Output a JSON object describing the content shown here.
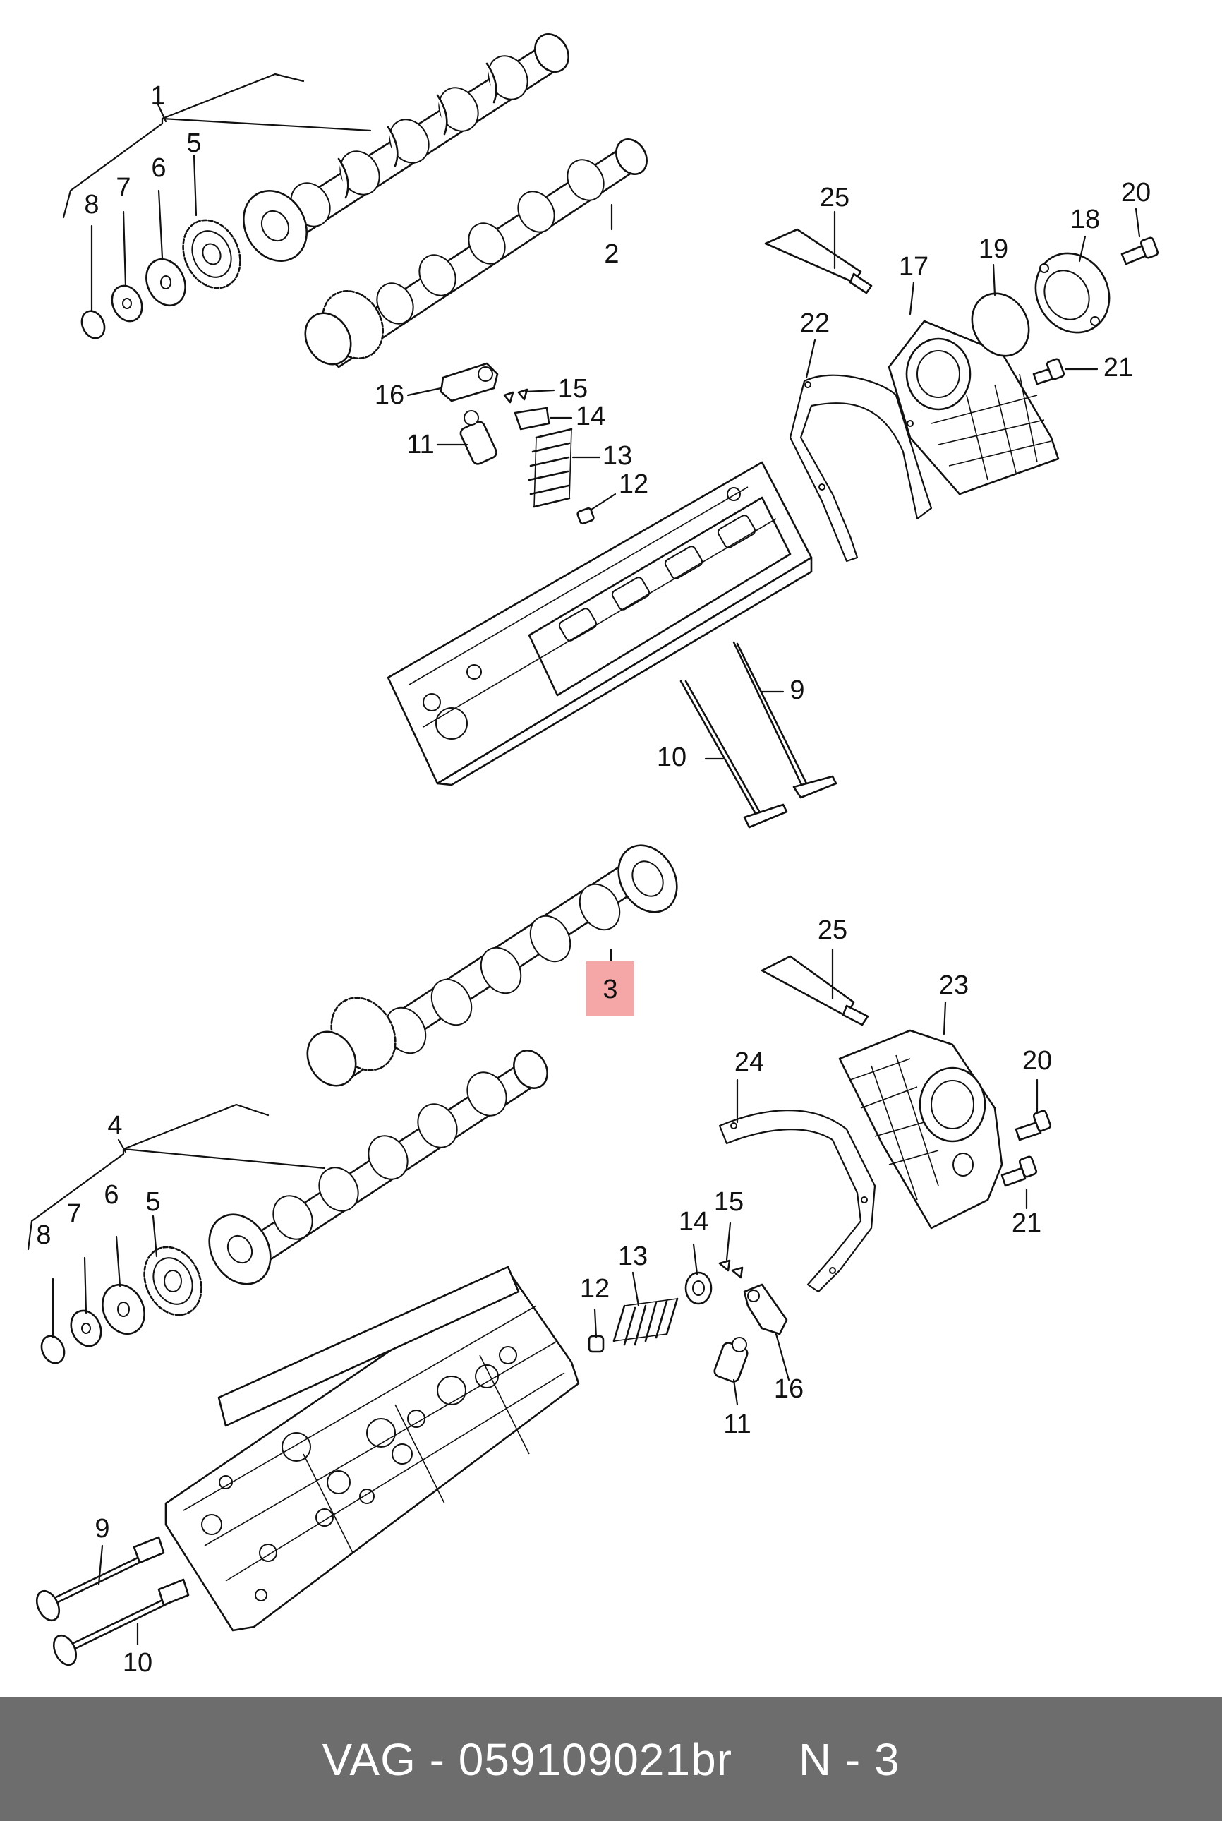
{
  "callouts": [
    {
      "id": "c1",
      "text": "1"
    },
    {
      "id": "c2",
      "text": "2"
    },
    {
      "id": "c5a",
      "text": "5"
    },
    {
      "id": "c6a",
      "text": "6"
    },
    {
      "id": "c7a",
      "text": "7"
    },
    {
      "id": "c8a",
      "text": "8"
    },
    {
      "id": "c25a",
      "text": "25"
    },
    {
      "id": "c20a",
      "text": "20"
    },
    {
      "id": "c18",
      "text": "18"
    },
    {
      "id": "c17",
      "text": "17"
    },
    {
      "id": "c19",
      "text": "19"
    },
    {
      "id": "c22",
      "text": "22"
    },
    {
      "id": "c21a",
      "text": "21"
    },
    {
      "id": "c16a",
      "text": "16"
    },
    {
      "id": "c15a",
      "text": "15"
    },
    {
      "id": "c14a",
      "text": "14"
    },
    {
      "id": "c11a",
      "text": "11"
    },
    {
      "id": "c13a",
      "text": "13"
    },
    {
      "id": "c12a",
      "text": "12"
    },
    {
      "id": "c9a",
      "text": "9"
    },
    {
      "id": "c10a",
      "text": "10"
    },
    {
      "id": "c3",
      "text": "3",
      "highlight": true
    },
    {
      "id": "c25b",
      "text": "25"
    },
    {
      "id": "c23",
      "text": "23"
    },
    {
      "id": "c24",
      "text": "24"
    },
    {
      "id": "c20b",
      "text": "20"
    },
    {
      "id": "c21b",
      "text": "21"
    },
    {
      "id": "c4",
      "text": "4"
    },
    {
      "id": "c5b",
      "text": "5"
    },
    {
      "id": "c6b",
      "text": "6"
    },
    {
      "id": "c7b",
      "text": "7"
    },
    {
      "id": "c8b",
      "text": "8"
    },
    {
      "id": "c15b",
      "text": "15"
    },
    {
      "id": "c14b",
      "text": "14"
    },
    {
      "id": "c13b",
      "text": "13"
    },
    {
      "id": "c12b",
      "text": "12"
    },
    {
      "id": "c16b",
      "text": "16"
    },
    {
      "id": "c11b",
      "text": "11"
    },
    {
      "id": "c9b",
      "text": "9"
    },
    {
      "id": "c10b",
      "text": "10"
    }
  ],
  "highlight_color": "#f5a7a7",
  "footer": {
    "text": "VAG - 059109021br     N - 3",
    "background": "#6d6d6d"
  }
}
